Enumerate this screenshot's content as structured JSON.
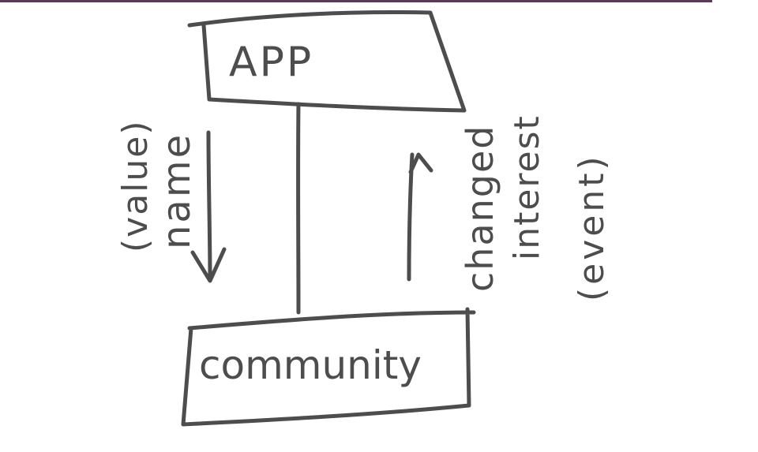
{
  "nodes": {
    "app": {
      "label": "APP"
    },
    "community": {
      "label": "community"
    }
  },
  "edges": {
    "down": {
      "line1": "(value)",
      "line2": "name"
    },
    "up": {
      "line1": "changed",
      "line2": "interest",
      "line3": "(event)"
    }
  },
  "colors": {
    "ink": "#4d4d4d",
    "top_rule": "#5b3a57",
    "background": "#ffffff"
  }
}
